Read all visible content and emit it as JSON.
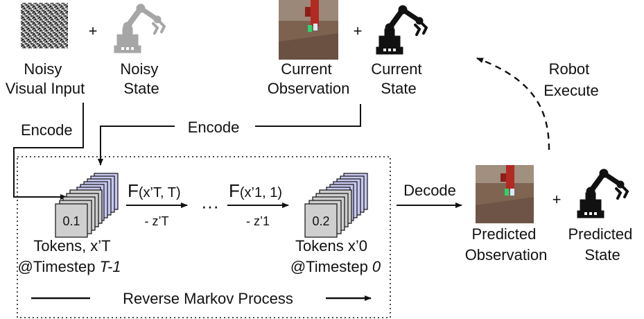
{
  "labels": {
    "noisy_visual_input": [
      "Noisy",
      "Visual Input"
    ],
    "noisy_state": [
      "Noisy",
      "State"
    ],
    "current_observation": [
      "Current",
      "Observation"
    ],
    "current_state": [
      "Current",
      "State"
    ],
    "robot_execute": [
      "Robot",
      "Execute"
    ],
    "encode_left": "Encode",
    "encode_top": "Encode",
    "decode": "Decode",
    "predicted_observation": [
      "Predicted",
      "Observation"
    ],
    "predicted_state": [
      "Predicted",
      "State"
    ],
    "plus": "+",
    "f1_main": "F",
    "f1_args": "(x’T, T)",
    "f1_sub": "- z’T",
    "ellipsis": "···",
    "f2_main": "F",
    "f2_args": "(x’1, 1)",
    "f2_sub": "- z’1",
    "token_left_value": "0.1",
    "token_right_value": "0.2",
    "tokens_left": [
      "Tokens, x’T",
      "@Timestep ",
      "T-1"
    ],
    "tokens_right": [
      "Tokens x’0",
      "@Timestep ",
      "0"
    ],
    "reverse_markov": "Reverse Markov Process"
  },
  "colors": {
    "robot_gray": "#a6a6a6",
    "robot_black": "#111111",
    "cube_gray": "#cfcfcf",
    "cube_purple": "#c8c8f2",
    "scene_table": "#8a6a52",
    "scene_arm": "#b22a22"
  }
}
